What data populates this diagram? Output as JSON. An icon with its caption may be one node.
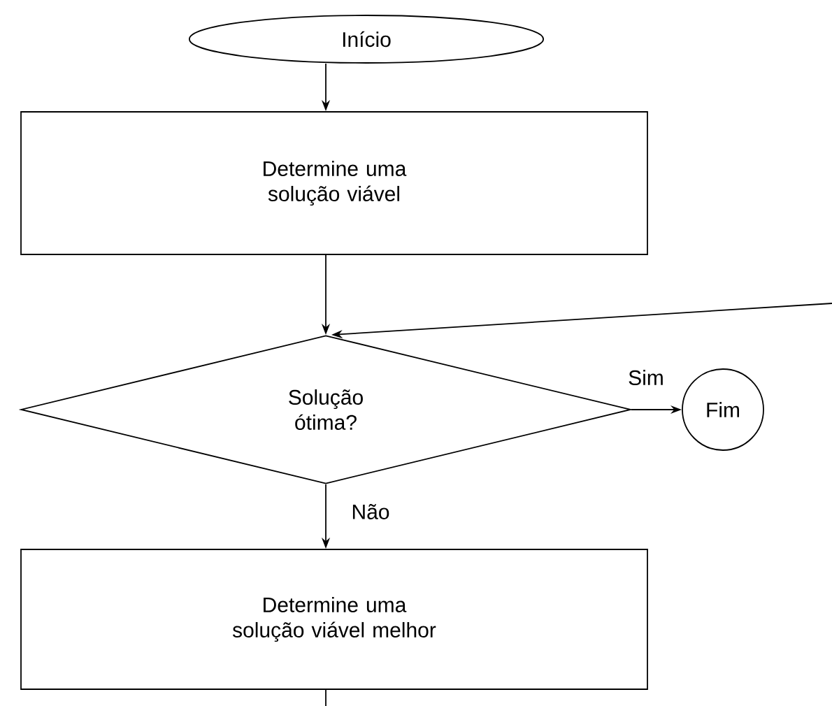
{
  "diagram": {
    "nodes": [
      {
        "text": [
          "Início"
        ]
      },
      {
        "text": [
          "Determine uma solução viável"
        ]
      },
      {
        "text": [
          "Solução ótima?"
        ]
      },
      {
        "text": [
          "Fim"
        ]
      },
      {
        "text": [
          "Determine uma solução viável melhor"
        ]
      }
    ],
    "edges": [
      {
        "from": 0,
        "to": 1,
        "arrow": "to"
      },
      {
        "from": 1,
        "to": 2,
        "arrow": "to"
      },
      {
        "from": 2,
        "to": 3,
        "arrow": "to",
        "label": "Sim"
      },
      {
        "from": 2,
        "to": 4,
        "arrow": "to",
        "label": "Não"
      },
      {
        "from": null,
        "to": 2,
        "arrow": "to"
      },
      {
        "from": 4,
        "to": null,
        "arrow": "none"
      }
    ]
  }
}
